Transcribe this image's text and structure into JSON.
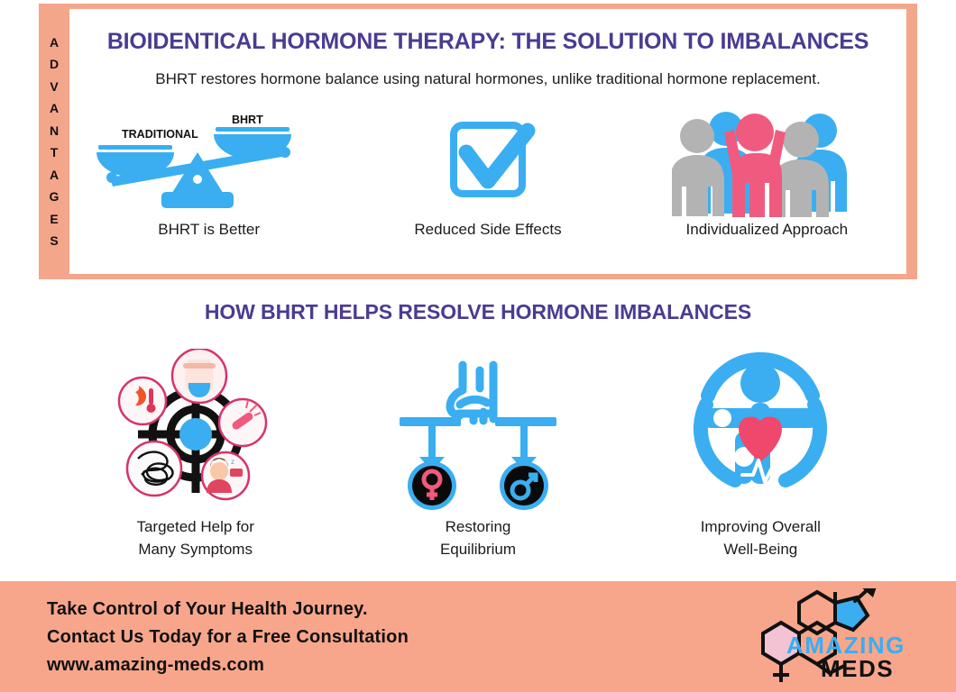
{
  "colors": {
    "peach": "#f4a68b",
    "footer_peach": "#f7a68b",
    "purple": "#4b3b91",
    "blue": "#3aaef0",
    "pink": "#f05a7e",
    "grey": "#b3b3b3",
    "black": "#111111",
    "crimson": "#d6336c"
  },
  "advantages": {
    "side_tab_label": "ADVANTAGES",
    "title": "BIOIDENTICAL HORMONE THERAPY: THE SOLUTION TO IMBALANCES",
    "subtitle": "BHRT restores hormone balance using natural hormones, unlike traditional hormone replacement.",
    "items": [
      {
        "icon": "balance-scale-icon",
        "label": "BHRT is Better",
        "scale_left_label": "TRADITIONAL",
        "scale_right_label": "BHRT"
      },
      {
        "icon": "checkbox-check-icon",
        "label": "Reduced Side Effects"
      },
      {
        "icon": "group-of-people-icon",
        "label": "Individualized Approach"
      }
    ]
  },
  "resolve": {
    "title": "HOW BHRT HELPS RESOLVE HORMONE IMBALANCES",
    "items": [
      {
        "icon": "target-with-symptoms-icon",
        "label_line1": "Targeted Help for",
        "label_line2": "Many Symptoms",
        "symptoms": [
          "hot-flashes-thermometer-icon",
          "weight-measure-icon",
          "mood-swing-icon",
          "tangled-thoughts-icon",
          "fatigue-sleep-icon"
        ]
      },
      {
        "icon": "handshake-gender-balance-icon",
        "label_line1": "Restoring",
        "label_line2": "Equilibrium",
        "left_symbol": "female-symbol",
        "right_symbol": "male-symbol"
      },
      {
        "icon": "wellbeing-person-heart-icon",
        "label_line1": "Improving Overall",
        "label_line2": "Well-Being"
      }
    ]
  },
  "footer": {
    "line1": "Take Control of Your Health Journey.",
    "line2": "Contact Us Today for a Free Consultation",
    "line3": "www.amazing-meds.com",
    "logo": {
      "word_top": "AMAZING",
      "word_bottom": "MEDS",
      "mark": "steroid-molecule-with-arrow-and-female-symbol"
    }
  }
}
